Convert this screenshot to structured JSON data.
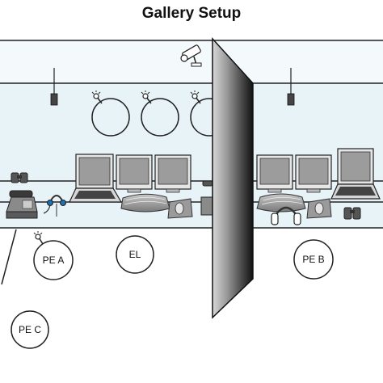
{
  "title": "Gallery Setup",
  "people": {
    "pe_a": "PE A",
    "el": "EL",
    "pe_b": "PE B",
    "pe_c": "PE C"
  },
  "icons": [
    "camera-icon",
    "ceiling-light-icon",
    "microphone-icon",
    "monitor-icon",
    "laptop-icon",
    "keyboard-icon",
    "mouse-icon",
    "binoculars-icon",
    "telephone-icon",
    "headset-icon",
    "headphones-icon",
    "partition-wall"
  ],
  "colors": {
    "room": "#e8f3f8",
    "wall": "#4a4a4a",
    "line": "#222222"
  }
}
